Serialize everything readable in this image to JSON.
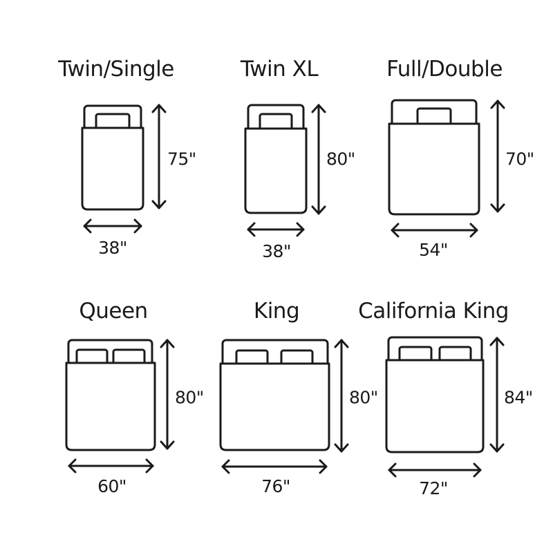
{
  "beds": [
    {
      "name": "Twin/Single",
      "width": "38\"",
      "length": "75\""
    },
    {
      "name": "Twin XL",
      "width": "38\"",
      "length": "80\""
    },
    {
      "name": "Full/Double",
      "width": "54\"",
      "length": "70\""
    },
    {
      "name": "Queen",
      "width": "60\"",
      "length": "80\""
    },
    {
      "name": "King",
      "width": "76\"",
      "length": "80\""
    },
    {
      "name": "California King",
      "width": "72\"",
      "length": "84\""
    }
  ],
  "colors": {
    "line": "#1a1a1a",
    "background": "#ffffff"
  }
}
